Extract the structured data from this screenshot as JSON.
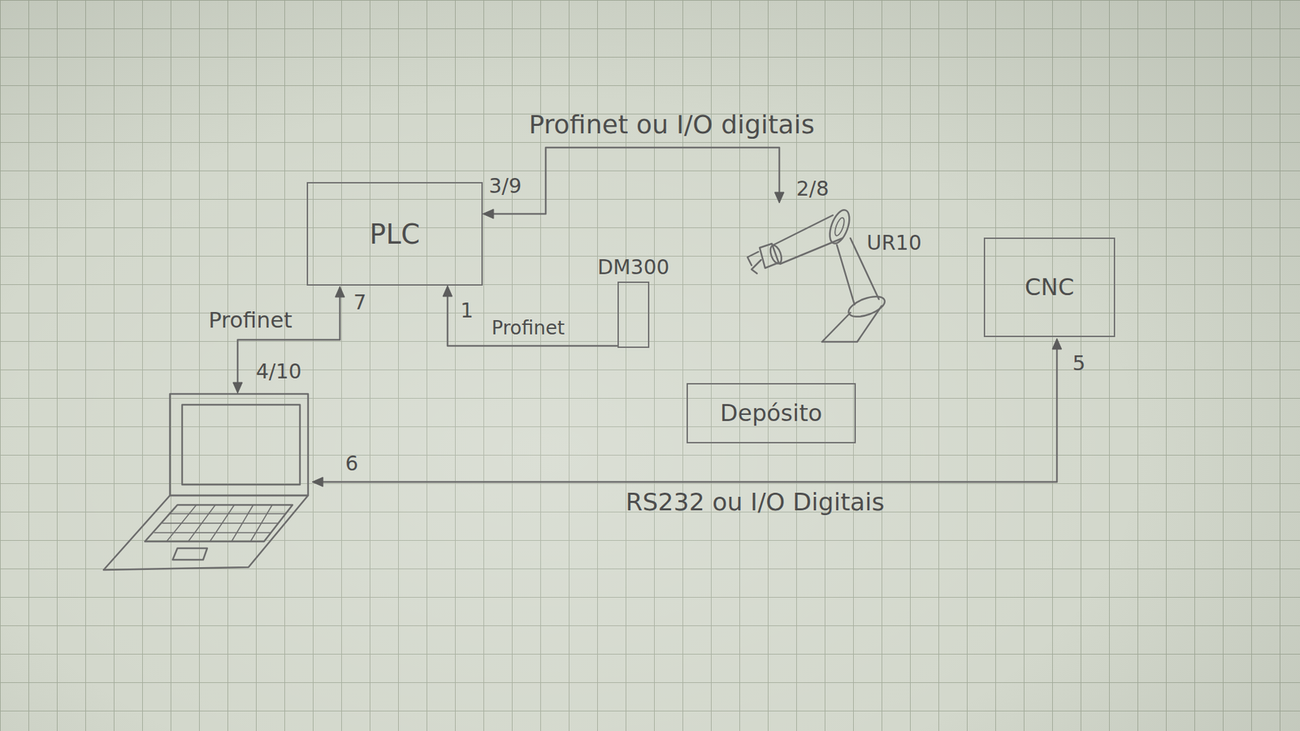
{
  "diagram": {
    "nodes": [
      {
        "text": [
          "PLC"
        ]
      },
      {
        "text": [
          "DM300"
        ]
      },
      {
        "text": [
          "UR10"
        ]
      },
      {
        "text": [
          "CNC"
        ]
      },
      {
        "text": [
          "Depósito"
        ]
      }
    ],
    "edges": [
      {
        "from": 0,
        "to": 2,
        "arrow": "both",
        "label": "Profinet ou I/O digitais"
      },
      {
        "from": 1,
        "to": 0,
        "arrow": "to",
        "label": "Profinet"
      }
    ],
    "labels": [
      "3/9",
      "2/8",
      "7",
      "1",
      "Profinet",
      "4/10",
      "5",
      "6",
      "RS232 ou I/O Digitais"
    ]
  }
}
